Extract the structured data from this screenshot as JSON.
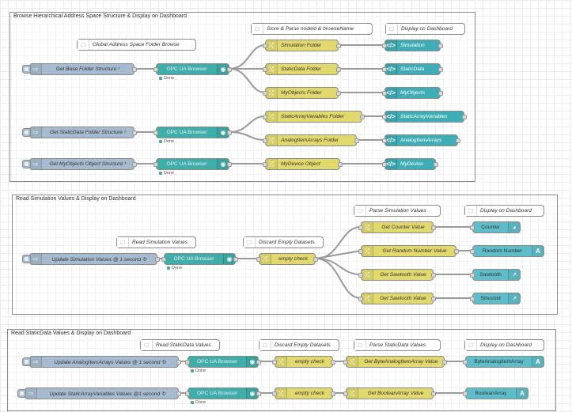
{
  "groups": {
    "g1": "Browse Hierarchical Address Space Structure & Display on Dashboard",
    "g2": "Read Simulation Values & Display on Dashboard",
    "g3": "Read StaticData Values & Display on Dashboard"
  },
  "comments": {
    "c_global": "Global Address Space Folder Browse",
    "c_store": "Store & Parse nodeId & browseName",
    "c_display1": "Display on Dashboard",
    "c_readsim": "Read Simulation Values",
    "c_discard1": "Discard Empty Datasets",
    "c_parsesim": "Parse Simulation Values",
    "c_display2": "Display on Dashboard",
    "c_readstatic": "Read StaticData Values",
    "c_discard2": "Discard Empty Datasets",
    "c_parsestatic": "Parse StaticData Values",
    "c_display3": "Display on Dashboard"
  },
  "injects": {
    "i1": "Get Base Folder Structure ¹",
    "i2": "Get StaticData Folder Structure ¹",
    "i3": "Get MyObjects Object Structure ¹",
    "i4": "Update Simulation Values @ 1 second ↻",
    "i5": "Update AnalogItemArrays Values @ 1 second ↻",
    "i6": "Update StaticArrayVariables Values @1 second ↻"
  },
  "browser_label": "OPC UA Browser",
  "status_done": "Done",
  "functions": {
    "f_sim": "Simulation Folder",
    "f_static": "StaticData Folder",
    "f_myobj": "MyObjects Folder",
    "f_sav": "StaticArrayVariables Folder",
    "f_aia": "AnalogItemArrays Folder",
    "f_mydev": "MyDevice Object",
    "f_empty1": "empty check",
    "f_counter": "Get Counter Value",
    "f_random": "Get Random Number Value",
    "f_saw1": "Get Sawtooth Value",
    "f_saw2": "Get Sawtooth Value",
    "f_empty2": "empty check",
    "f_empty3": "empty check",
    "f_byte": "Get ByteAnalogItemArray Value",
    "f_bool": "Get BooleanArray Value"
  },
  "templates": {
    "t_sim": "Simulation",
    "t_static": "StaticData",
    "t_myobj": "MyObjects",
    "t_sav": "StaticArrayVariables",
    "t_aia": "AnalogItemArrays",
    "t_mydev": "MyDevice"
  },
  "ui": {
    "u_counter": "Counter",
    "u_random": "Random Number",
    "u_saw": "Sawtooth",
    "u_sin": "Sinusoid",
    "u_byte": "ByteAnalogItemArray",
    "u_bool": "BooleanArray"
  },
  "colors": {
    "inject": "#a6bbcf",
    "browser": "#3fada8",
    "function": "#e2d96e",
    "template": "#3fadb5",
    "ui": "#5ebdc8"
  }
}
